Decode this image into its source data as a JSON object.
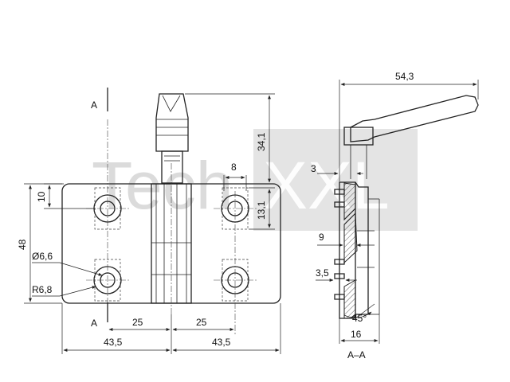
{
  "watermark": {
    "text_left": "Tech",
    "text_right": "XXL",
    "color": "#d0d0d0"
  },
  "section": {
    "marker_top": "A",
    "marker_bottom": "A",
    "view_label": "A–A"
  },
  "dimensions": {
    "handle_height": "34,1",
    "slot_width": "8",
    "slot_offset": "13,1",
    "top_offset": "10",
    "total_height": "48",
    "hole_diameter": "Ø6,6",
    "hole_radius": "R6,8",
    "pitch_left": "25",
    "pitch_right": "25",
    "half_width_left": "43,5",
    "half_width_right": "43,5",
    "side_width": "54,3",
    "side_3": "3",
    "side_9": "9",
    "side_3_5": "3,5",
    "side_angle": "45°",
    "side_depth": "16"
  }
}
